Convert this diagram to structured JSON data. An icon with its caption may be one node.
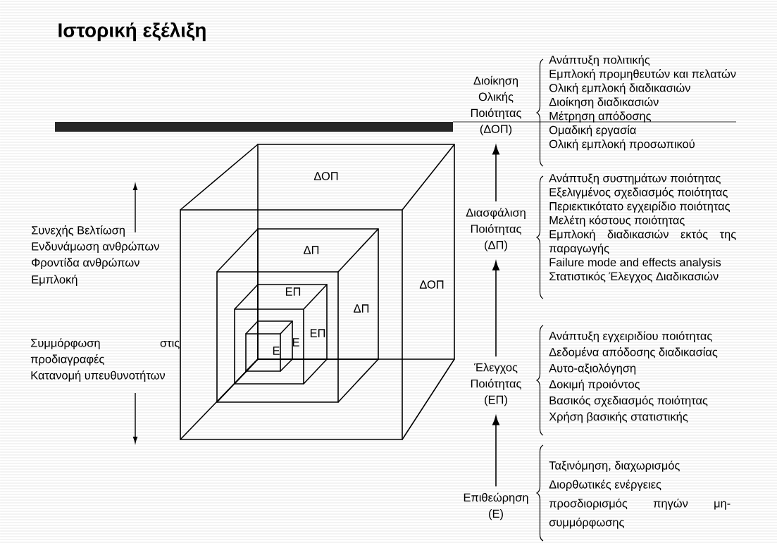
{
  "diagram": {
    "title": "Ιστορική εξέλιξη",
    "nodes": [
      {
        "text": [
          "Διοίκηση Ολικής Ποιότητας (ΔΟΠ)"
        ],
        "beside": [
          "Ανάπτυξη πολιτικής",
          "Εμπλοκή προμηθευτών και πελατών",
          "Ολική εμπλοκή διαδικασιών",
          "Διοίκηση διαδικασιών",
          "Μέτρηση απόδοσης",
          "Ομαδική εργασία",
          "Ολική εμπλοκή προσωπικού"
        ]
      },
      {
        "text": [
          "Διασφάλιση Ποιότητας (ΔΠ)"
        ],
        "beside": [
          "Ανάπτυξη συστημάτων ποιότητας",
          "Εξελιγμένος σχεδιασμός ποιότητας",
          "Περιεκτικότατο εγχειρίδιο ποιότητας",
          "Μελέτη κόστους ποιότητας",
          "Εμπλοκή διαδικασιών εκτός της παραγωγής",
          "Failure mode and effects analysis",
          "Στατιστικός Έλεγχος Διαδικασιών"
        ]
      },
      {
        "text": [
          "Έλεγχος Ποιότητας (ΕΠ)"
        ],
        "beside": [
          "Ανάπτυξη εγχειριδίου ποιότητας",
          "Δεδομένα απόδοσης διαδικασίας",
          "Αυτο-αξιολόγηση",
          "Δοκιμή προιόντος",
          "Βασικός σχεδιασμός ποιότητας",
          "Χρήση βασικής στατιστικής"
        ]
      },
      {
        "text": [
          "Επιθεώρηση (Ε)"
        ],
        "beside": [
          "Ταξινόμηση, διαχωρισμός",
          "Διορθωτικές ενέργειες",
          "προσδιορισμός πηγών μη-συμμόρφωσης"
        ]
      }
    ],
    "edges": [
      {
        "from": 3,
        "to": 2,
        "arrow": "to"
      },
      {
        "from": 2,
        "to": 1,
        "arrow": "to"
      },
      {
        "from": 1,
        "to": 0,
        "arrow": "to"
      }
    ],
    "labels": [
      "ΔΟΠ",
      "Συνεχής Βελτίωση",
      "Ενδυνάμωση ανθρώπων",
      "ΔΠ",
      "Φροντίδα ανθρώπων",
      "ΔΟΠ",
      "Εμπλοκή",
      "ΕΠ",
      "ΔΠ",
      "ΕΠ",
      "Ε",
      "Συμμόρφωση στις προδιαγραφές",
      "Ε",
      "Κατανομή υπευθυνοτήτων"
    ]
  }
}
